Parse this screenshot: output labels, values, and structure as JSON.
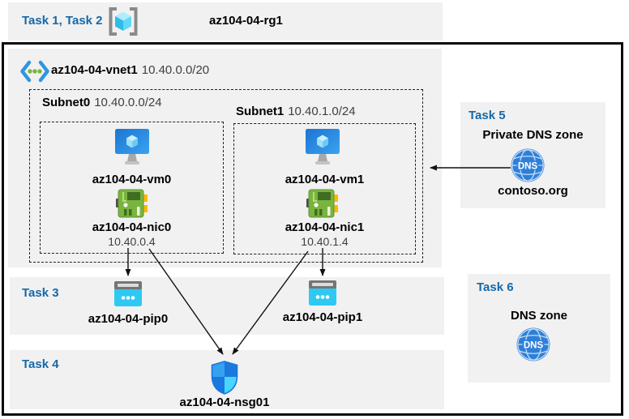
{
  "colors": {
    "accent": "#1768A8",
    "panel": "#F1F1F1"
  },
  "tasks_bar": {
    "label": "Task 1, Task 2",
    "resource_group_name": "az104-04-rg1"
  },
  "vnet": {
    "name": "az104-04-vnet1",
    "cidr": "10.40.0.0/20"
  },
  "subnets": [
    {
      "name": "Subnet0",
      "cidr": "10.40.0.0/24",
      "vm_name": "az104-04-vm0",
      "nic_name": "az104-04-nic0",
      "nic_ip": "10.40.0.4"
    },
    {
      "name": "Subnet1",
      "cidr": "10.40.1.0/24",
      "vm_name": "az104-04-vm1",
      "nic_name": "az104-04-nic1",
      "nic_ip": "10.40.1.4"
    }
  ],
  "task3": {
    "label": "Task 3",
    "pip0_name": "az104-04-pip0",
    "pip1_name": "az104-04-pip1"
  },
  "task4": {
    "label": "Task 4",
    "nsg_name": "az104-04-nsg01"
  },
  "task5": {
    "label": "Task 5",
    "title": "Private DNS zone",
    "zone_name": "contoso.org",
    "dns_icon_text": "DNS"
  },
  "task6": {
    "label": "Task 6",
    "title": "DNS zone",
    "dns_icon_text": "DNS"
  },
  "icons": {
    "resource_group": "resource-group-icon (gray brackets with cyan cube)",
    "virtual_network": "vnet-icon (blue chevrons with green dots)",
    "virtual_machine": "vm-icon (blue monitor with cube)",
    "network_interface": "nic-icon (green circuit board)",
    "public_ip": "public-ip-icon (cyan browser tile with dots)",
    "nsg": "nsg-shield-icon (quartered blue shield)",
    "dns": "dns-globe-icon (blue globe with DNS text)"
  }
}
